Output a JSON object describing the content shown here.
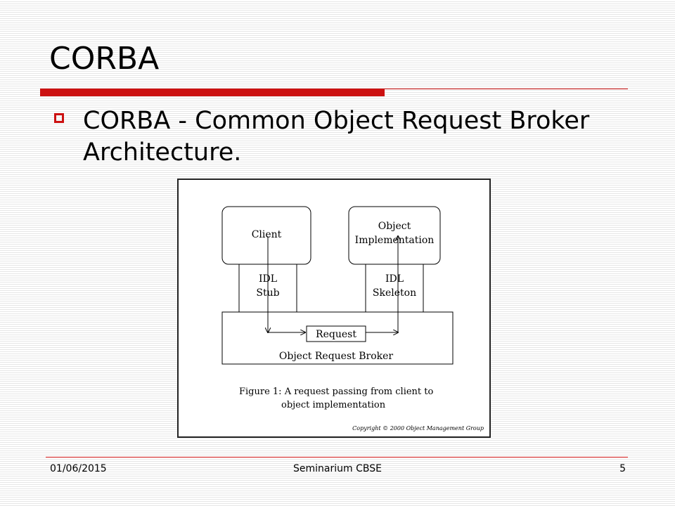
{
  "slide": {
    "title": "CORBA",
    "bullet": "CORBA - Common Object Request Broker Architecture."
  },
  "diagram": {
    "client": "Client",
    "object_impl_line1": "Object",
    "object_impl_line2": "Implementation",
    "idl_stub_line1": "IDL",
    "idl_stub_line2": "Stub",
    "idl_skeleton_line1": "IDL",
    "idl_skeleton_line2": "Skeleton",
    "request": "Request",
    "orb": "Object Request Broker",
    "caption_line1": "Figure 1: A request passing from client to",
    "caption_line2": "object implementation",
    "copyright": "Copyright © 2000 Object Management Group"
  },
  "footer": {
    "date": "01/06/2015",
    "center": "Seminarium CBSE",
    "page": "5"
  },
  "colors": {
    "accent": "#cc1111"
  }
}
